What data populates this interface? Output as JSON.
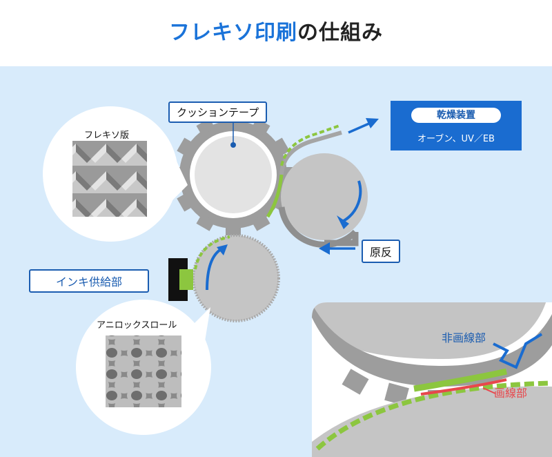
{
  "title": {
    "highlight": "フレキソ印刷",
    "rest": "の仕組み"
  },
  "labels": {
    "cushion_tape": "クッションテープ",
    "flexo_plate": "フレキソ版",
    "drying": "乾燥装置",
    "drying_sub": "オーブン、UV／EB",
    "substrate": "原反",
    "ink_supply": "インキ供給部",
    "anilox_roll": "アニロックスロール",
    "non_image_area": "非画線部",
    "image_area": "画線部"
  },
  "colors": {
    "accent_blue": "#1a73d9",
    "ink_green": "#8cc63f",
    "image_red": "#e8474c",
    "background": "#d8ebfb"
  }
}
